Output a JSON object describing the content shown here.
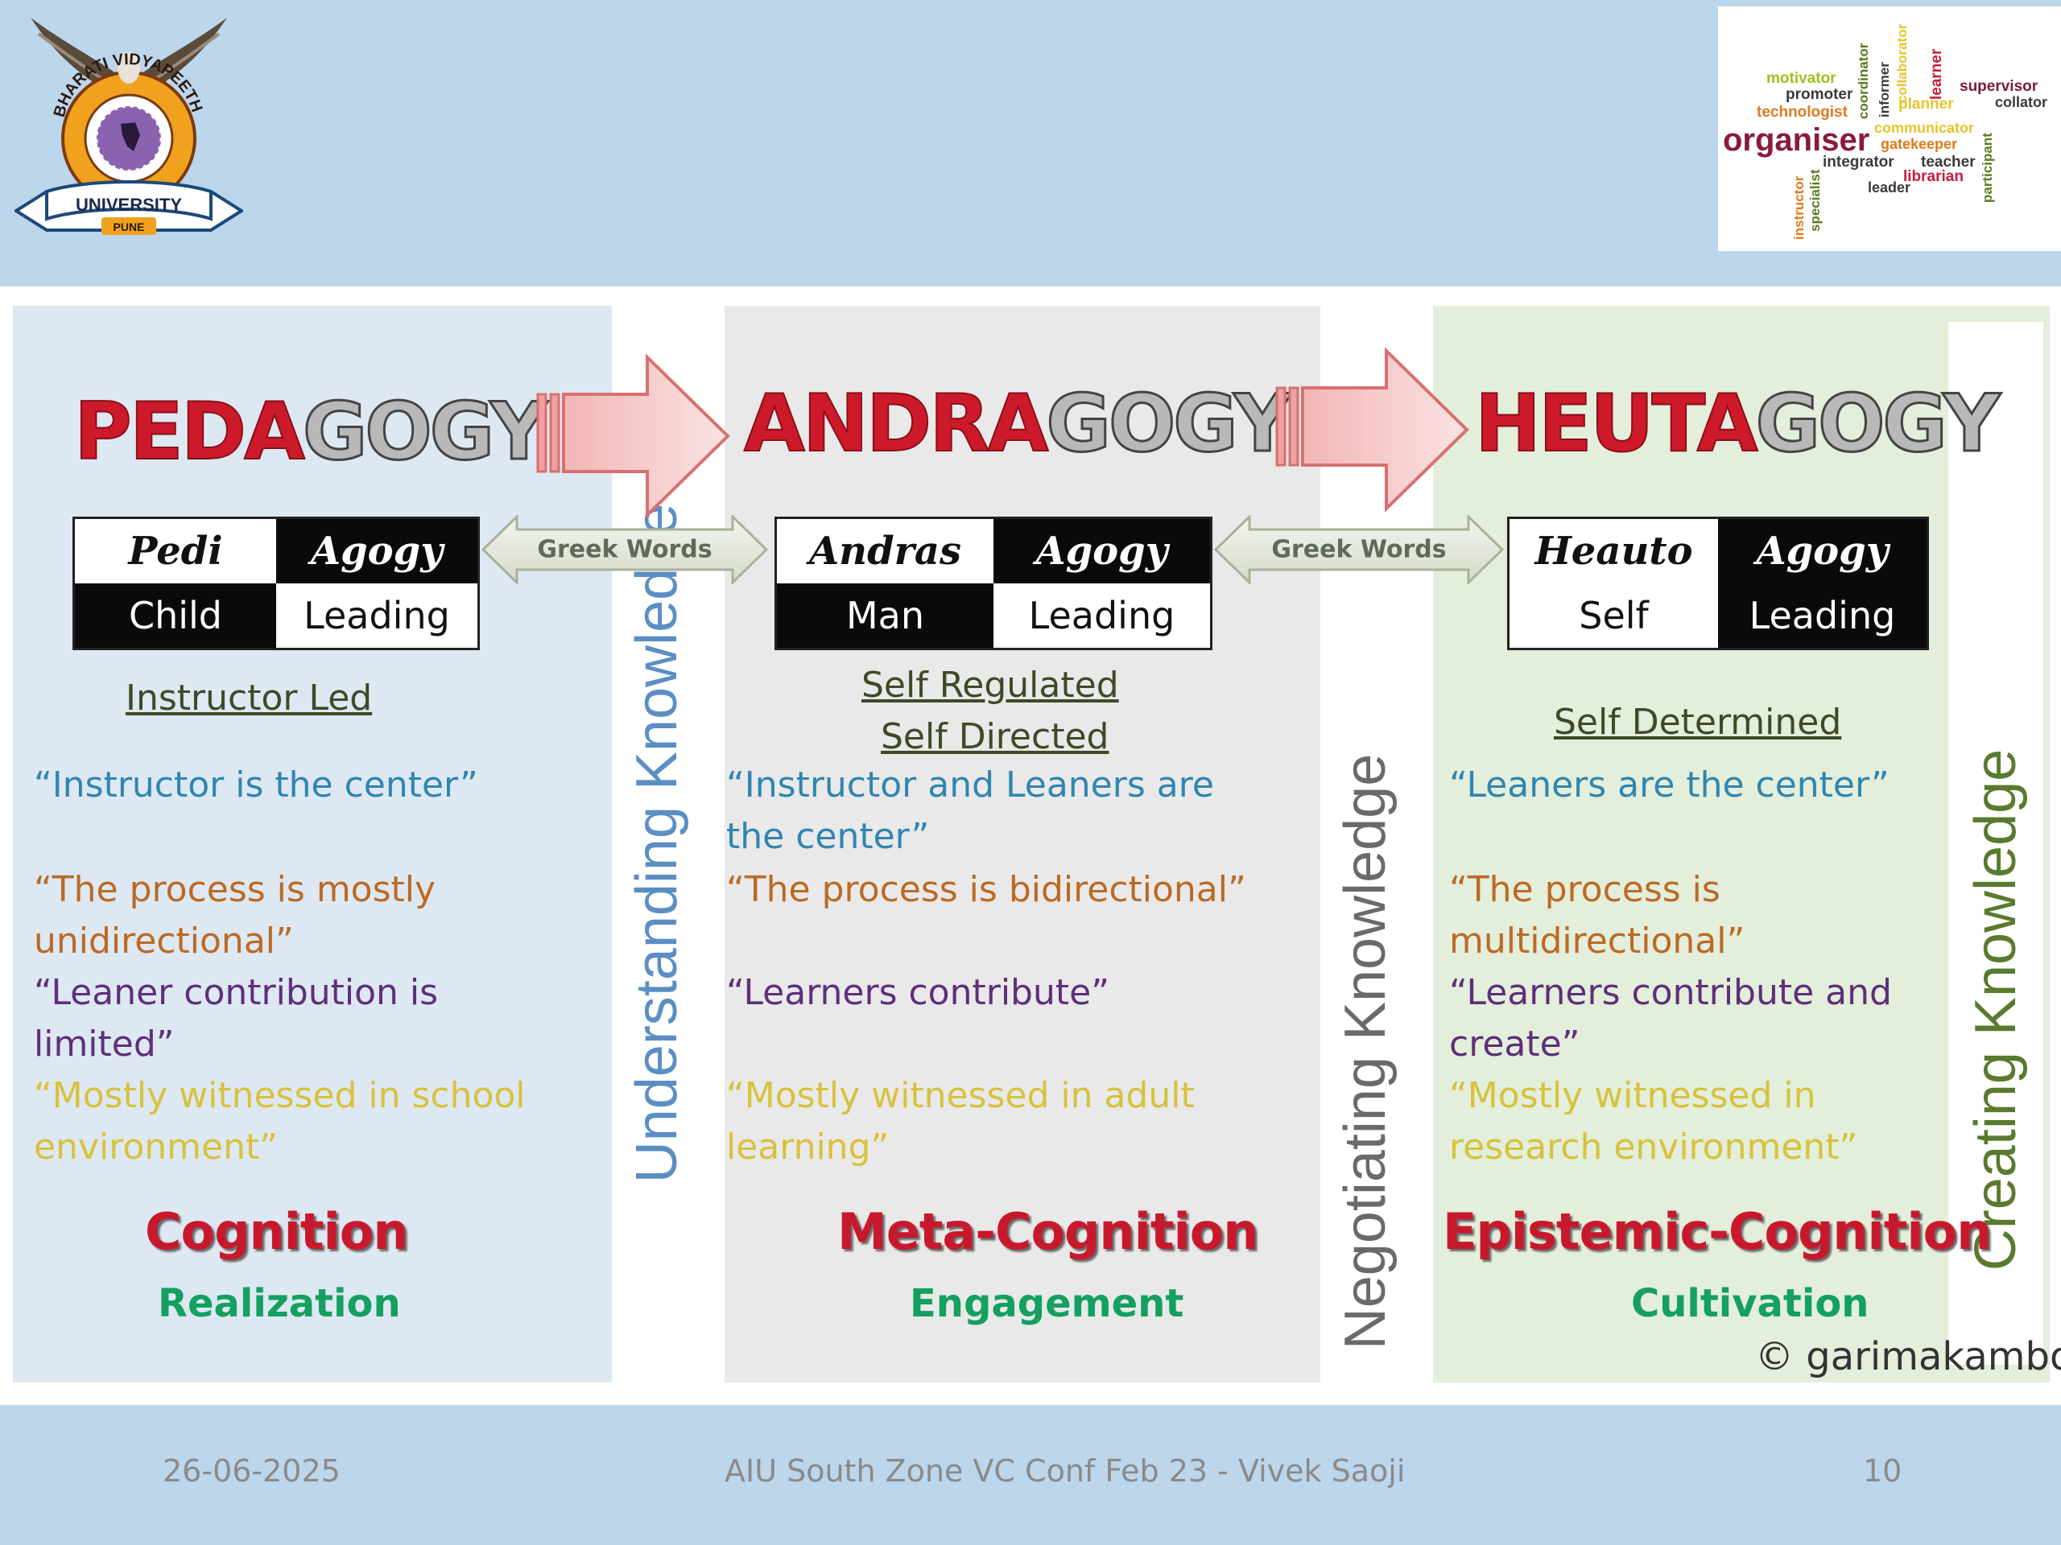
{
  "logo": {
    "arc_text": "BHARATI VIDYAPEETH",
    "ribbon_text": "UNIVERSITY",
    "city_text": "PUNE"
  },
  "word_cloud": [
    {
      "text": "motivator",
      "color": "#9cc21e"
    },
    {
      "text": "promoter",
      "color": "#3a3a3a"
    },
    {
      "text": "technologist",
      "color": "#e07a1f"
    },
    {
      "text": "coordinator",
      "color": "#5a7a1e"
    },
    {
      "text": "informer",
      "color": "#3a3a3a"
    },
    {
      "text": "collaborator",
      "color": "#e7c52a"
    },
    {
      "text": "learner",
      "color": "#c81c3a"
    },
    {
      "text": "supervisor",
      "color": "#7a1a3a"
    },
    {
      "text": "collator",
      "color": "#3a3a3a"
    },
    {
      "text": "planner",
      "color": "#e7c52a"
    },
    {
      "text": "organiser",
      "color": "#8a1a3a"
    },
    {
      "text": "communicator",
      "color": "#e7c52a"
    },
    {
      "text": "gatekeeper",
      "color": "#e07a1f"
    },
    {
      "text": "participant",
      "color": "#5a7a1e"
    },
    {
      "text": "integrator",
      "color": "#3a3a3a"
    },
    {
      "text": "teacher",
      "color": "#3a3a3a"
    },
    {
      "text": "librarian",
      "color": "#c81c3a"
    },
    {
      "text": "instructor",
      "color": "#e07a1f"
    },
    {
      "text": "specialist",
      "color": "#5a7a1e"
    },
    {
      "text": "leader",
      "color": "#3a3a3a"
    }
  ],
  "columns": [
    {
      "title_red": "PEDA",
      "title_gray": "GOGY",
      "words": {
        "top_left": "Pedi",
        "top_right": "Agogy",
        "bottom_left": "Child",
        "bottom_right": "Leading"
      },
      "subtitles": [
        "Instructor Led"
      ],
      "quotes": {
        "center": "“Instructor is the center”",
        "process": "“The process is mostly unidirectional”",
        "contribution": "“Leaner contribution is limited”",
        "witnessed": "“Mostly witnessed in school environment”"
      },
      "cognition": "Cognition",
      "outcome": "Realization"
    },
    {
      "title_red": "ANDRA",
      "title_gray": "GOGY",
      "words": {
        "top_left": "Andras",
        "top_right": "Agogy",
        "bottom_left": "Man",
        "bottom_right": "Leading"
      },
      "subtitles": [
        "Self Regulated ",
        "Self Directed"
      ],
      "quotes": {
        "center": "“Instructor and Leaners are the center”",
        "process": "“The process is bidirectional”",
        "contribution": "“Learners contribute”",
        "witnessed": "“Mostly witnessed in adult learning”"
      },
      "cognition": "Meta-Cognition",
      "outcome": "Engagement"
    },
    {
      "title_red": "HEUTA",
      "title_gray": "GOGY",
      "words": {
        "top_left": "Heauto",
        "top_right": "Agogy",
        "bottom_left": "Self",
        "bottom_right": "Leading"
      },
      "subtitles": [
        "Self Determined"
      ],
      "quotes": {
        "center": "“Leaners are the center”",
        "process": "“The process is multidirectional”",
        "contribution": "“Learners contribute and create”",
        "witnessed": "“Mostly witnessed in research environment”"
      },
      "cognition": "Epistemic-Cognition",
      "outcome": "Cultivation"
    }
  ],
  "greek_words_label": "Greek Words",
  "vertical_labels": {
    "understanding": "Understanding Knowledge",
    "negotiating": "Negotiating Knowledge",
    "creating": "Creating Knowledge"
  },
  "copyright": "© garimakamboj",
  "footer": {
    "date": "26-06-2025",
    "conference": "AIU South Zone VC Conf Feb 23 - Vivek Saoji",
    "page": "10"
  }
}
